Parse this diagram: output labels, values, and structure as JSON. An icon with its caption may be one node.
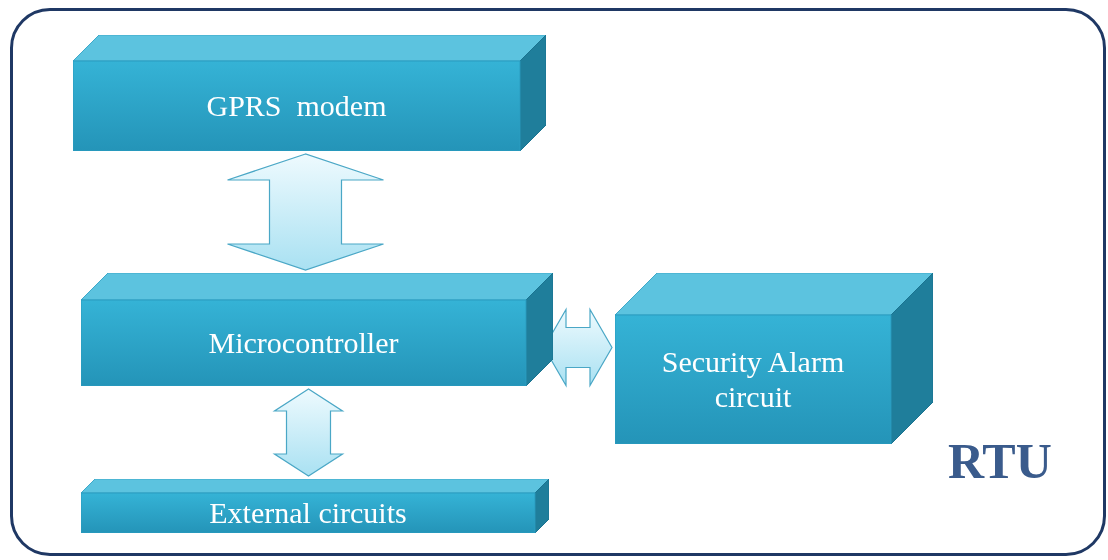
{
  "diagram": {
    "nodes": [
      {
        "text": [
          "RTU"
        ]
      },
      {
        "text": [
          "GPRS  modem"
        ],
        "in": 0
      },
      {
        "text": [
          "Microcontroller"
        ],
        "in": 0
      },
      {
        "text": [
          "Security Alarm circuit"
        ],
        "in": 0
      },
      {
        "text": [
          "External circuits"
        ],
        "in": 0
      }
    ],
    "edges": [
      {
        "from": 1,
        "to": 2,
        "arrow": "both"
      },
      {
        "from": 2,
        "to": 3,
        "arrow": "both"
      },
      {
        "from": 2,
        "to": 4,
        "arrow": "both"
      }
    ]
  }
}
